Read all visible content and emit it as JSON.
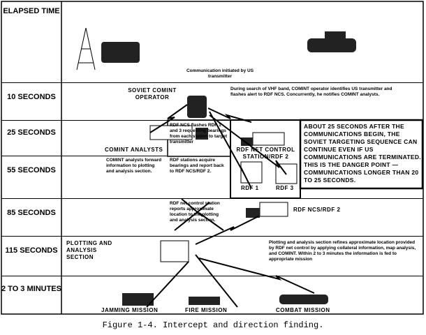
{
  "time_column": {
    "header": "ELAPSED TIME",
    "rows": [
      "10 SECONDS",
      "25 SECONDS",
      "55 SECONDS",
      "85 SECONDS",
      "115 SECONDS",
      "2 TO 3 MINUTES"
    ]
  },
  "labels": {
    "initiated": "Communication initiated by US transmitter",
    "soviet_operator": "SOVIET COMINT OPERATOR",
    "comint_analysts": "COMINT ANALYSTS",
    "rdf_ncs_station": "RDF NET CONTROL STATION/RDF 2",
    "rdf1": "RDF 1",
    "rdf3": "RDF 3",
    "rdf_ncs_rdf2": "RDF NCS/RDF 2",
    "plotting": "PLOTTING AND ANALYSIS SECTION",
    "jamming": "JAMMING MISSION",
    "fire": "FIRE MISSION",
    "combat": "COMBAT MISSION"
  },
  "notes": {
    "t10": "During search of VHF band, COMINT operator identifies US transmitter and flashes alert to RDF NCS. Concurrently, he notifies COMINT analysts.",
    "t25": "RDF NCS flashes RDF 1 and 3 requesting bearings from each station to target transmitter",
    "t55_left": "COMINT analysts forward information to plotting and analysis section.",
    "t55_right": "RDF stations acquire bearings and report back to RDF NCS/RDF 2.",
    "t85": "RDF net control station reports approximate location to the plotting and analysis section.",
    "t115": "Plotting and analysis section refines approximate location provided by RDF net control by applying collateral information, map analysis, and COMINT. Within 2 to 3 minutes the information is fed to appropriate mission",
    "danger": "ABOUT 25 SECONDS AFTER THE COMMUNICATIONS BEGIN, THE SOVIET TARGETING SEQUENCE CAN CONTINUE EVEN IF US COMMUNICATIONS ARE TERMINATED. THIS IS THE DANGER POINT — COMMUNICATIONS LONGER THAN 20 TO 25 SECONDS."
  },
  "caption": "Figure 1-4. Intercept and direction finding."
}
